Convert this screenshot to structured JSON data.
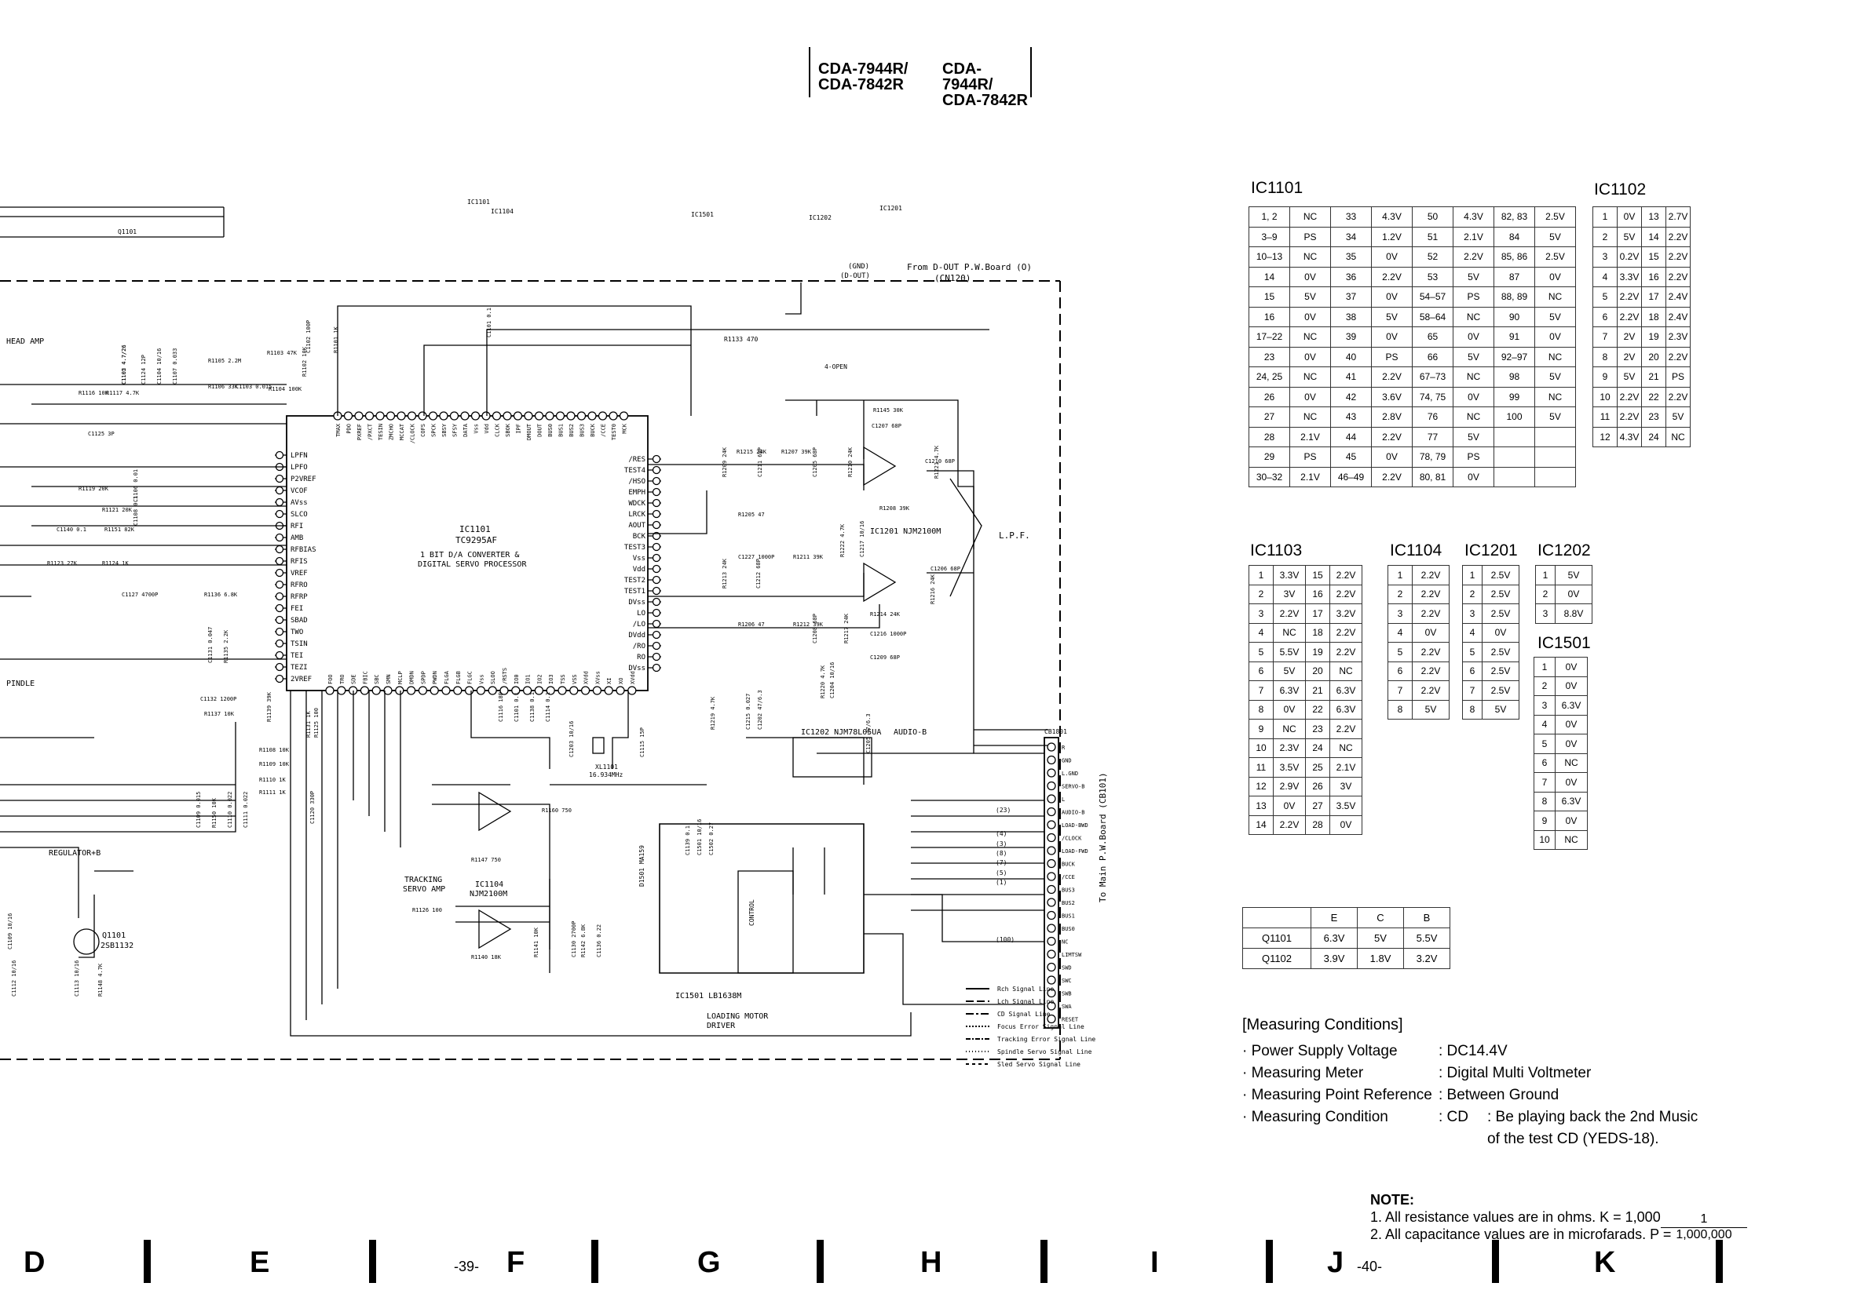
{
  "models": {
    "left_1": "CDA-7944R/",
    "left_2": "CDA-7842R",
    "right_1": "CDA-7944R/",
    "right_2": "CDA-7842R"
  },
  "schematic": {
    "bus_labels": [
      "IC1101",
      "IC1104",
      "IC1501",
      "IC1202",
      "IC1201",
      "Q1101"
    ],
    "from_board": "From D-OUT P.W.Board (O)",
    "from_board_sub": "(CN120)",
    "gnd": "(GND)",
    "dout": "(D-OUT)",
    "open": "4-OPEN",
    "r1133": "R1133 470",
    "head_amp": "HEAD AMP",
    "spindle": "PINDLE",
    "regulator": "REGULATOR+B",
    "ic1101_name": "IC1101",
    "ic1101_part": "TC9295AF",
    "ic1101_desc1": "1 BIT D/A CONVERTER &",
    "ic1101_desc2": "DIGITAL SERVO PROCESSOR",
    "ic1201_name": "IC1201 NJM2100M",
    "ic1202_name": "IC1202 NJM78L05UA",
    "audio_b": "AUDIO-B",
    "lpf": "L.P.F.",
    "ic1104_name": "IC1104",
    "ic1104_part": "NJM2100M",
    "tracking": "TRACKING",
    "servo_amp": "SERVO AMP",
    "ic1501_name": "IC1501 LB1638M",
    "loading1": "LOADING MOTOR",
    "loading2": "DRIVER",
    "control": "CONTROL",
    "xtal": "XL1101",
    "xtal_f": "16.934MHz",
    "q1101": "Q1101",
    "q1101_part": "2SB1132",
    "d1501": "D1501 MA159",
    "cn_label": "CB1801",
    "to_main": "To Main P.W.Board (CB101)",
    "left_pins": [
      "LPFN",
      "LPFO",
      "P2VREF",
      "VCOF",
      "AVss",
      "SLCO",
      "RFI",
      "AMB",
      "RFBIAS",
      "RFIS",
      "VREF",
      "RFRO",
      "RFRP",
      "FEI",
      "SBAD",
      "TWO",
      "TSIN",
      "TEI",
      "TEZI",
      "2VREF"
    ],
    "right_pins": [
      "/RES",
      "TEST4",
      "/HSO",
      "EMPH",
      "WDCK",
      "LRCK",
      "AOUT",
      "BCK",
      "TEST3",
      "Vss",
      "Vdd",
      "TEST2",
      "TEST1",
      "DVss",
      "LO",
      "/LO",
      "DVdd",
      "/RO",
      "RO",
      "DVss"
    ],
    "top_pins": [
      "TMAX",
      "PDO",
      "PXREF",
      "/PXCT",
      "TESIN",
      "ZMCHO",
      "MCCAT",
      "/CLOCK",
      "COFS",
      "SPCK",
      "SBSY",
      "SFSY",
      "DATA",
      "Vss",
      "Vdd",
      "CLCK",
      "SBOK",
      "IPF",
      "DMOUT",
      "DOUT",
      "BUS0",
      "BUS1",
      "BUS2",
      "BUS3",
      "BUCK",
      "/CCE",
      "TEST0",
      "MCK"
    ],
    "bottom_pins": [
      "FOO",
      "TRO",
      "SDE",
      "FBIC",
      "SBC",
      "SMN",
      "MCLP",
      "DMDN",
      "SPDP",
      "PWDN",
      "FLGA",
      "FLGB",
      "FLGC",
      "Vss",
      "SLOO",
      "/RSTS",
      "IO0",
      "IO1",
      "IO2",
      "IO3",
      "TSS",
      "VSS",
      "XVdd",
      "XVss",
      "XI",
      "XO",
      "XVdd"
    ],
    "connector_pins": [
      "R",
      "GND",
      "L.GND",
      "SERVO-B",
      "L",
      "AUDIO-B",
      "LOAD-BWD",
      "/CLOCK",
      "LOAD-FWD",
      "BUCK",
      "/CCE",
      "BUS3",
      "BUS2",
      "BUS1",
      "BUS0",
      "NC",
      "LIMTSW",
      "SWD",
      "SWC",
      "SWB",
      "SWA",
      "RESET"
    ],
    "wire_numbers": [
      "(23)",
      "(4)",
      "(3)",
      "(8)",
      "(7)",
      "(5)",
      "(1)",
      "(100)"
    ],
    "components": [
      "C1105 4.7/26",
      "C1124 12P",
      "C1104 10/16",
      "C1107 0.033",
      "R1105 2.2M",
      "R1103 47K",
      "C1102 100P",
      "R1101 1K",
      "R1106 33K",
      "C1103 0.015",
      "R1104 100K",
      "R1102 10K",
      "C1101 0.1",
      "R1116 10K",
      "R1117 4.7K",
      "C1125 3P",
      "R1119 20K",
      "C1106 0.01",
      "R1121 20K",
      "C1140 0.1",
      "R1151 82K",
      "C1108 0.1",
      "R1123 27K",
      "R1124 1K",
      "C1127 4700P",
      "R1136 6.8K",
      "C1131 0.047",
      "R1135 2.2K",
      "C1132 1200P",
      "R1137 10K",
      "R1139 39K",
      "R1131 1K",
      "R1125 100",
      "R1108 10K",
      "R1109 10K",
      "R1110 1K",
      "R1111 1K",
      "C1109 0.015",
      "R1150 10K",
      "C1110 0.022",
      "C1111 0.022",
      "C1120 330P",
      "R1160 750",
      "R1147 750",
      "R1126 100",
      "R1140 18K",
      "R1141 10K",
      "C1130 2700P",
      "R1142 6.8K",
      "C1136 0.22",
      "R1145 30K",
      "C1207 68P",
      "R1215 24K",
      "R1207 39K",
      "R1209 24K",
      "C1211 68P",
      "C1205 68P",
      "R1210 24K",
      "C1210 68P",
      "R1205 47",
      "R1208 39K",
      "R1222 4.7K",
      "C1217 10/16",
      "R1221 4.7K",
      "C1227 1000P",
      "R1211 39K",
      "R1213 24K",
      "C1212 68P",
      "C1206 68P",
      "R1206 47",
      "R1212 39K",
      "R1214 24K",
      "R1216 24K",
      "C1216 1000P",
      "C1208 68P",
      "R1217 24K",
      "C1209 68P",
      "R1220 4.7K",
      "C1204 10/16",
      "R1219 4.7K",
      "C1215 0.027",
      "C1202 47/6.3",
      "C1205 47/6.3",
      "C1203 10/16",
      "C1115 15P",
      "C1116 18P",
      "C1101 0.1",
      "C1138 0.1",
      "C1114 0.1",
      "C1139 0.1",
      "C1501 10/16",
      "C1502 0.27",
      "C1109 10/16",
      "C1113 10/16",
      "R1148 4.7K",
      "C1112 10/16",
      "C1102 4.7/26"
    ],
    "legend": [
      "Rch Signal Line",
      "Lch Signal Line",
      "CD Signal Line",
      "Focus Error Signal Line",
      "Tracking Error Signal Line",
      "Spindle Servo Signal Line",
      "Sled Servo Signal Line"
    ]
  },
  "ic1101": {
    "title": "IC1101",
    "rows": [
      [
        "1, 2",
        "NC",
        "33",
        "4.3V",
        "50",
        "4.3V",
        "82, 83",
        "2.5V"
      ],
      [
        "3–9",
        "PS",
        "34",
        "1.2V",
        "51",
        "2.1V",
        "84",
        "5V"
      ],
      [
        "10–13",
        "NC",
        "35",
        "0V",
        "52",
        "2.2V",
        "85, 86",
        "2.5V"
      ],
      [
        "14",
        "0V",
        "36",
        "2.2V",
        "53",
        "5V",
        "87",
        "0V"
      ],
      [
        "15",
        "5V",
        "37",
        "0V",
        "54–57",
        "PS",
        "88, 89",
        "NC"
      ],
      [
        "16",
        "0V",
        "38",
        "5V",
        "58–64",
        "NC",
        "90",
        "5V"
      ],
      [
        "17–22",
        "NC",
        "39",
        "0V",
        "65",
        "0V",
        "91",
        "0V"
      ],
      [
        "23",
        "0V",
        "40",
        "PS",
        "66",
        "5V",
        "92–97",
        "NC"
      ],
      [
        "24, 25",
        "NC",
        "41",
        "2.2V",
        "67–73",
        "NC",
        "98",
        "5V"
      ],
      [
        "26",
        "0V",
        "42",
        "3.6V",
        "74, 75",
        "0V",
        "99",
        "NC"
      ],
      [
        "27",
        "NC",
        "43",
        "2.8V",
        "76",
        "NC",
        "100",
        "5V"
      ],
      [
        "28",
        "2.1V",
        "44",
        "2.2V",
        "77",
        "5V",
        "",
        ""
      ],
      [
        "29",
        "PS",
        "45",
        "0V",
        "78, 79",
        "PS",
        "",
        ""
      ],
      [
        "30–32",
        "2.1V",
        "46–49",
        "2.2V",
        "80, 81",
        "0V",
        "",
        ""
      ]
    ]
  },
  "ic1102": {
    "title": "IC1102",
    "rows": [
      [
        "1",
        "0V",
        "13",
        "2.7V"
      ],
      [
        "2",
        "5V",
        "14",
        "2.2V"
      ],
      [
        "3",
        "0.2V",
        "15",
        "2.2V"
      ],
      [
        "4",
        "3.3V",
        "16",
        "2.2V"
      ],
      [
        "5",
        "2.2V",
        "17",
        "2.4V"
      ],
      [
        "6",
        "2.2V",
        "18",
        "2.4V"
      ],
      [
        "7",
        "2V",
        "19",
        "2.3V"
      ],
      [
        "8",
        "2V",
        "20",
        "2.2V"
      ],
      [
        "9",
        "5V",
        "21",
        "PS"
      ],
      [
        "10",
        "2.2V",
        "22",
        "2.2V"
      ],
      [
        "11",
        "2.2V",
        "23",
        "5V"
      ],
      [
        "12",
        "4.3V",
        "24",
        "NC"
      ]
    ]
  },
  "ic1103": {
    "title": "IC1103",
    "rows": [
      [
        "1",
        "3.3V",
        "15",
        "2.2V"
      ],
      [
        "2",
        "3V",
        "16",
        "2.2V"
      ],
      [
        "3",
        "2.2V",
        "17",
        "3.2V"
      ],
      [
        "4",
        "NC",
        "18",
        "2.2V"
      ],
      [
        "5",
        "5.5V",
        "19",
        "2.2V"
      ],
      [
        "6",
        "5V",
        "20",
        "NC"
      ],
      [
        "7",
        "6.3V",
        "21",
        "6.3V"
      ],
      [
        "8",
        "0V",
        "22",
        "6.3V"
      ],
      [
        "9",
        "NC",
        "23",
        "2.2V"
      ],
      [
        "10",
        "2.3V",
        "24",
        "NC"
      ],
      [
        "11",
        "3.5V",
        "25",
        "2.1V"
      ],
      [
        "12",
        "2.9V",
        "26",
        "3V"
      ],
      [
        "13",
        "0V",
        "27",
        "3.5V"
      ],
      [
        "14",
        "2.2V",
        "28",
        "0V"
      ]
    ]
  },
  "ic1104": {
    "title": "IC1104",
    "rows": [
      [
        "1",
        "2.2V"
      ],
      [
        "2",
        "2.2V"
      ],
      [
        "3",
        "2.2V"
      ],
      [
        "4",
        "0V"
      ],
      [
        "5",
        "2.2V"
      ],
      [
        "6",
        "2.2V"
      ],
      [
        "7",
        "2.2V"
      ],
      [
        "8",
        "5V"
      ]
    ]
  },
  "ic1201": {
    "title": "IC1201",
    "rows": [
      [
        "1",
        "2.5V"
      ],
      [
        "2",
        "2.5V"
      ],
      [
        "3",
        "2.5V"
      ],
      [
        "4",
        "0V"
      ],
      [
        "5",
        "2.5V"
      ],
      [
        "6",
        "2.5V"
      ],
      [
        "7",
        "2.5V"
      ],
      [
        "8",
        "5V"
      ]
    ]
  },
  "ic1202": {
    "title": "IC1202",
    "rows": [
      [
        "1",
        "5V"
      ],
      [
        "2",
        "0V"
      ],
      [
        "3",
        "8.8V"
      ]
    ]
  },
  "ic1501": {
    "title": "IC1501",
    "rows": [
      [
        "1",
        "0V"
      ],
      [
        "2",
        "0V"
      ],
      [
        "3",
        "6.3V"
      ],
      [
        "4",
        "0V"
      ],
      [
        "5",
        "0V"
      ],
      [
        "6",
        "NC"
      ],
      [
        "7",
        "0V"
      ],
      [
        "8",
        "6.3V"
      ],
      [
        "9",
        "0V"
      ],
      [
        "10",
        "NC"
      ]
    ]
  },
  "transistors": {
    "headers": [
      "",
      "E",
      "C",
      "B"
    ],
    "rows": [
      [
        "Q1101",
        "6.3V",
        "5V",
        "5.5V"
      ],
      [
        "Q1102",
        "3.9V",
        "1.8V",
        "3.2V"
      ]
    ]
  },
  "measuring": {
    "title": "[Measuring Conditions]",
    "items": [
      {
        "label": "· Power Supply Voltage",
        "value": ": DC14.4V"
      },
      {
        "label": "· Measuring Meter",
        "value": ": Digital Multi Voltmeter"
      },
      {
        "label": "· Measuring Point Reference",
        "value": ": Between Ground"
      },
      {
        "label": "· Measuring Condition",
        "value": ": CD",
        "sub": ": Be playing back the 2nd Music"
      }
    ],
    "sub_line2": "of the test CD (YEDS-18)."
  },
  "note": {
    "title": "NOTE:",
    "line1": "1.  All resistance values are in ohms.  K = 1,000",
    "line2": "2.  All capacitance values are in microfarads.  P =",
    "frac_num": "1",
    "frac_den": "1,000,000"
  },
  "footer": {
    "letters": [
      "D",
      "E",
      "F",
      "G",
      "H",
      "I",
      "J",
      "K"
    ],
    "page_left": "-39-",
    "page_right": "-40-"
  }
}
